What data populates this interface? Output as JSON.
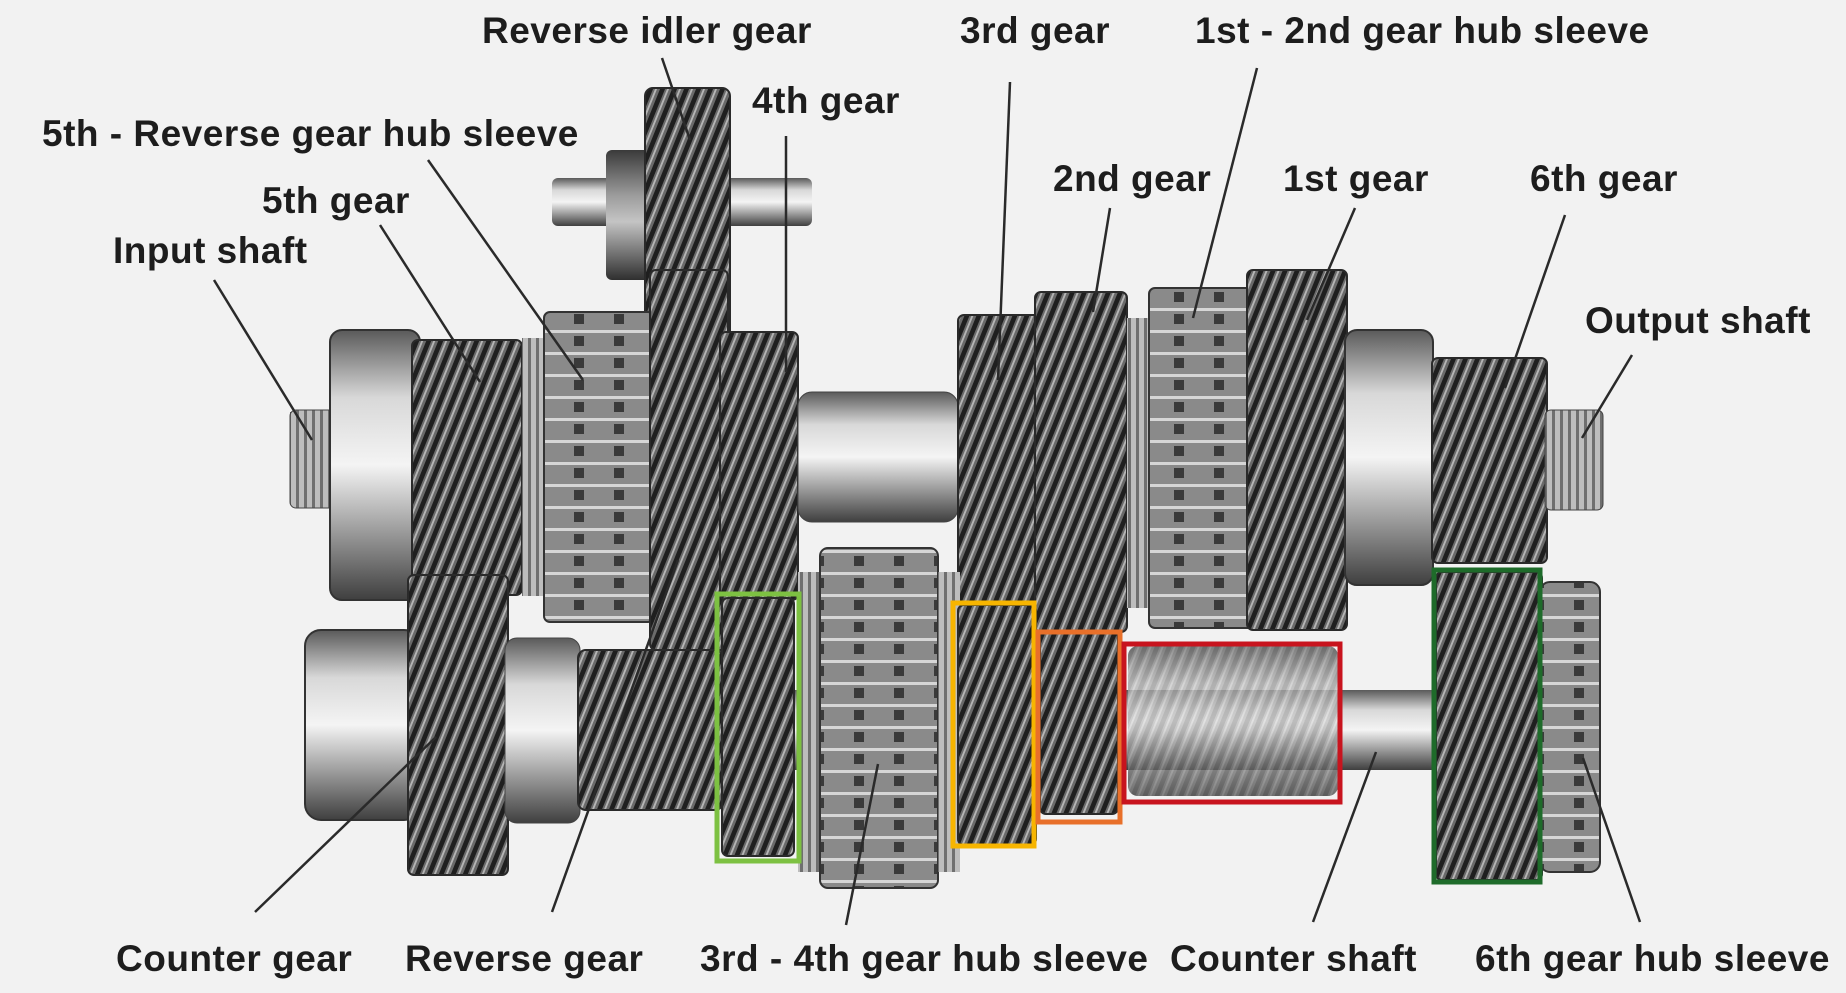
{
  "labels": {
    "reverse_idler_gear": "Reverse idler gear",
    "third_gear": "3rd gear",
    "first_second_hub_sleeve": "1st - 2nd gear hub sleeve",
    "fourth_gear": "4th gear",
    "fifth_reverse_hub_sleeve": "5th - Reverse gear hub sleeve",
    "fifth_gear": "5th gear",
    "second_gear": "2nd gear",
    "first_gear": "1st gear",
    "sixth_gear": "6th gear",
    "input_shaft": "Input shaft",
    "output_shaft": "Output shaft",
    "counter_gear": "Counter gear",
    "reverse_gear": "Reverse gear",
    "third_fourth_hub_sleeve": "3rd - 4th gear hub sleeve",
    "counter_shaft": "Counter shaft",
    "sixth_hub_sleeve": "6th gear hub sleeve"
  },
  "colors": {
    "background": "#f2f2f2",
    "label_text": "#1d1d1d",
    "leader_line": "#2a2a2a",
    "box_light_green": "#7dc142",
    "box_yellow": "#f7b500",
    "box_orange": "#e8702a",
    "box_red": "#c8141e",
    "box_dark_green": "#1e6b2a"
  }
}
